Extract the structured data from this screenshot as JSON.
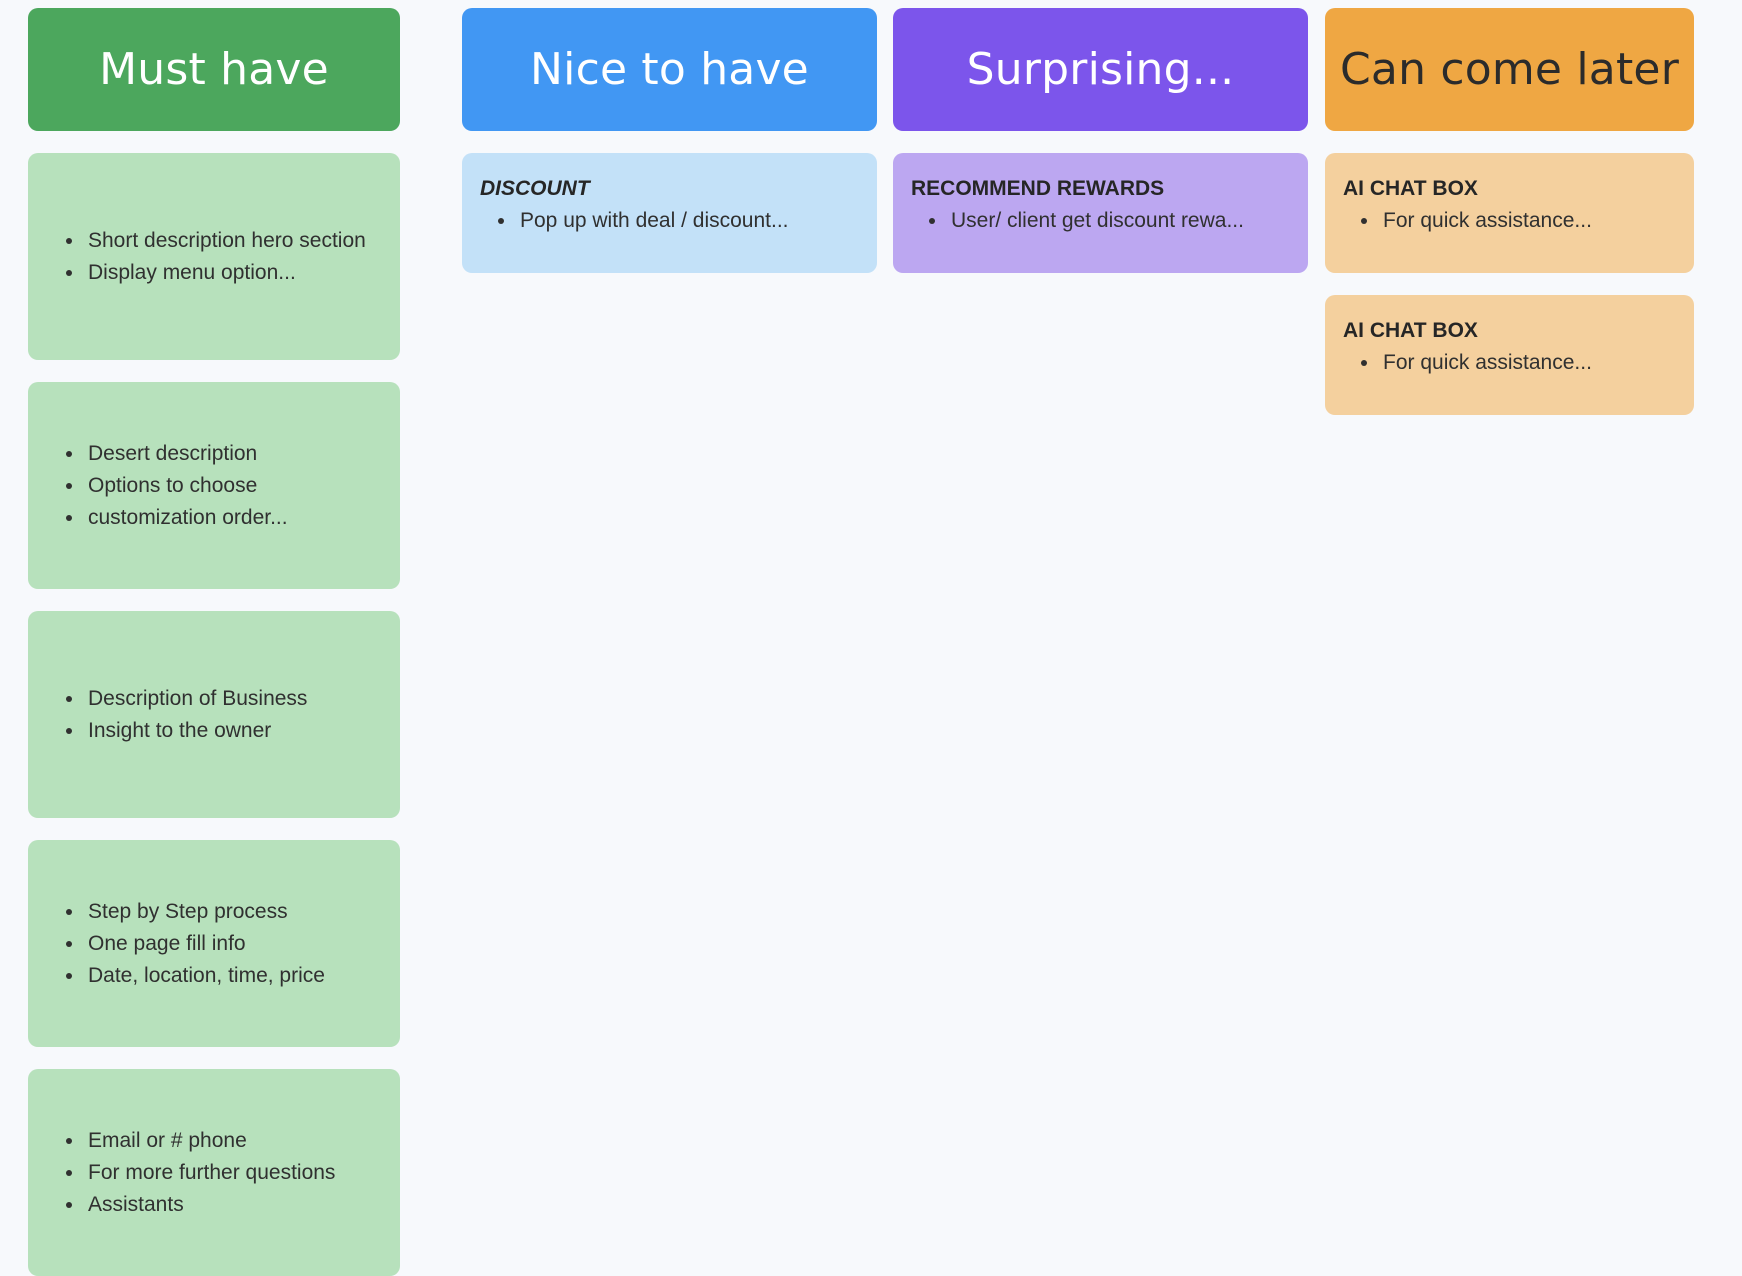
{
  "board": {
    "background_color": "#F7F9FC",
    "card_text_color": "#303030",
    "columns": [
      {
        "id": "must-have",
        "title": "Must have",
        "header_bg": "#4CA75D",
        "header_text_color": "#FFFFFF",
        "card_bg": "#B7E1BC",
        "cards": [
          {
            "title": "",
            "items": [
              "Short description hero section",
              "Display menu option..."
            ]
          },
          {
            "title": "",
            "items": [
              "Desert description",
              "Options to choose",
              "customization order..."
            ]
          },
          {
            "title": "",
            "items": [
              "Description of Business",
              "Insight to the owner"
            ]
          },
          {
            "title": "",
            "items": [
              "Step by Step process",
              "One page fill info",
              "Date, location, time, price"
            ]
          },
          {
            "title": "",
            "items": [
              "Email or # phone",
              "For more further questions",
              "Assistants"
            ]
          }
        ]
      },
      {
        "id": "nice-to-have",
        "title": "Nice to have",
        "header_bg": "#4197F3",
        "header_text_color": "#FFFFFF",
        "card_bg": "#C3E1F8",
        "cards": [
          {
            "title": "DISCOUNT",
            "title_style": "bold-italic",
            "items": [
              "Pop up with deal / discount..."
            ]
          }
        ]
      },
      {
        "id": "surprising",
        "title": "Surprising...",
        "header_bg": "#7C55EB",
        "header_text_color": "#FFFFFF",
        "card_bg": "#BCA7F1",
        "cards": [
          {
            "title": "RECOMMEND REWARDS",
            "title_style": "bold",
            "items": [
              "User/ client get discount rewa..."
            ]
          }
        ]
      },
      {
        "id": "can-come-later",
        "title": "Can come later",
        "header_bg": "#EFA743",
        "header_text_color": "#2B2B2B",
        "card_bg": "#F4D09E",
        "cards": [
          {
            "title": "AI CHAT BOX",
            "title_style": "bold",
            "items": [
              "For quick assistance..."
            ]
          },
          {
            "title": "AI CHAT BOX",
            "title_style": "bold",
            "items": [
              "For quick assistance..."
            ]
          }
        ]
      }
    ]
  }
}
